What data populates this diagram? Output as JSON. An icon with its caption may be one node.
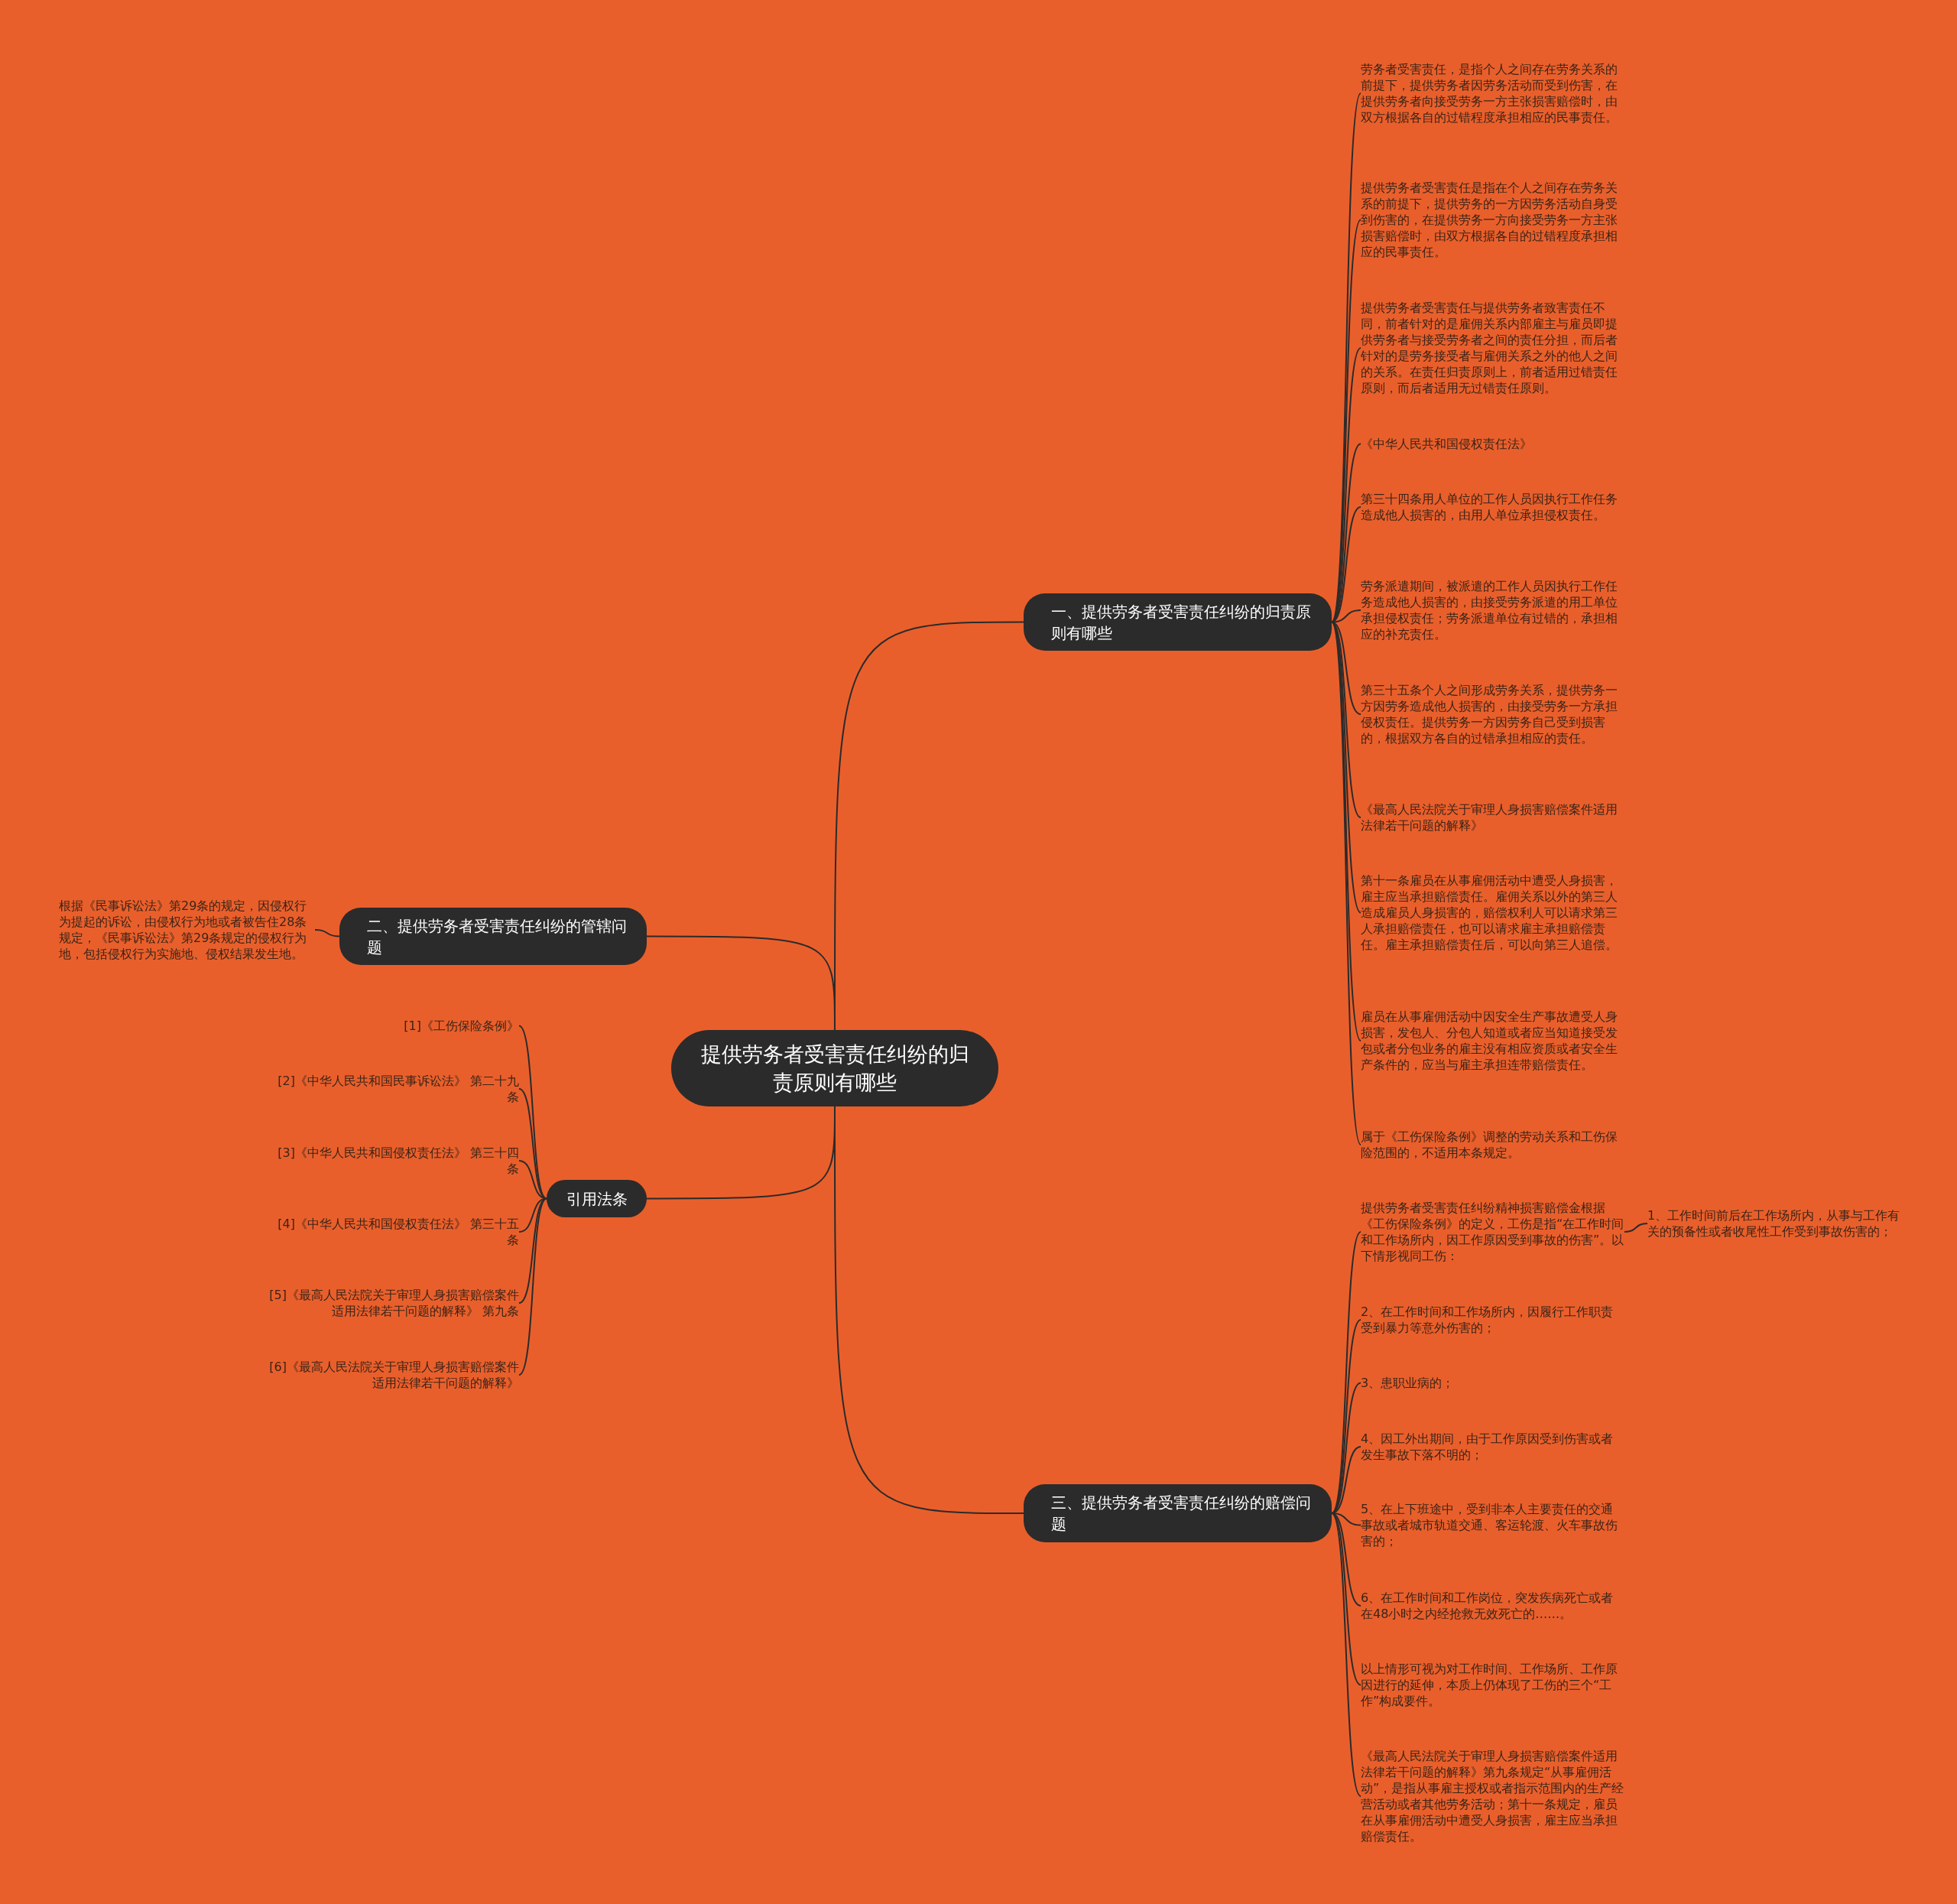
{
  "diagram": {
    "nodes": [
      {
        "text": [
          "提供劳务者受害责任纠纷的归责原则有哪些"
        ]
      },
      {
        "text": [
          "一、提供劳务者受害责任纠纷的归责原则有哪些"
        ]
      },
      {
        "text": [
          "劳务者受害责任，是指个人之间存在劳务关系的前提下，提供劳务者因劳务活动而受到伤害，在提供劳务者向接受劳务一方主张损害赔偿时，由双方根据各自的过错程度承担相应的民事责任。"
        ]
      },
      {
        "text": [
          "提供劳务者受害责任是指在个人之间存在劳务关系的前提下，提供劳务的一方因劳务活动自身受到伤害的，在提供劳务一方向接受劳务一方主张损害赔偿时，由双方根据各自的过错程度承担相应的民事责任。"
        ]
      },
      {
        "text": [
          "提供劳务者受害责任与提供劳务者致害责任不同，前者针对的是雇佣关系内部雇主与雇员即提供劳务者与接受劳务者之间的责任分担，而后者针对的是劳务接受者与雇佣关系之外的他人之间的关系。在责任归责原则上，前者适用过错责任原则，而后者适用无过错责任原则。"
        ]
      },
      {
        "text": [
          "《中华人民共和国侵权责任法》"
        ]
      },
      {
        "text": [
          "第三十四条用人单位的工作人员因执行工作任务造成他人损害的，由用人单位承担侵权责任。"
        ]
      },
      {
        "text": [
          "劳务派遣期间，被派遣的工作人员因执行工作任务造成他人损害的，由接受劳务派遣的用工单位承担侵权责任；劳务派遣单位有过错的，承担相应的补充责任。"
        ]
      },
      {
        "text": [
          "第三十五条个人之间形成劳务关系，提供劳务一方因劳务造成他人损害的，由接受劳务一方承担侵权责任。提供劳务一方因劳务自己受到损害的，根据双方各自的过错承担相应的责任。"
        ]
      },
      {
        "text": [
          "《最高人民法院关于审理人身损害赔偿案件适用法律若干问题的解释》"
        ]
      },
      {
        "text": [
          "第十一条雇员在从事雇佣活动中遭受人身损害，雇主应当承担赔偿责任。雇佣关系以外的第三人造成雇员人身损害的，赔偿权利人可以请求第三人承担赔偿责任，也可以请求雇主承担赔偿责任。雇主承担赔偿责任后，可以向第三人追偿。"
        ]
      },
      {
        "text": [
          "雇员在从事雇佣活动中因安全生产事故遭受人身损害，发包人、分包人知道或者应当知道接受发包或者分包业务的雇主没有相应资质或者安全生产条件的，应当与雇主承担连带赔偿责任。"
        ]
      },
      {
        "text": [
          "属于《工伤保险条例》调整的劳动关系和工伤保险范围的，不适用本条规定。"
        ]
      },
      {
        "text": [
          "二、提供劳务者受害责任纠纷的管辖问题"
        ]
      },
      {
        "text": [
          "根据《民事诉讼法》第29条的规定，因侵权行为提起的诉讼，由侵权行为地或者被告住28条规定，《民事诉讼法》第29条规定的侵权行为地，包括侵权行为实施地、侵权结果发生地。"
        ]
      },
      {
        "text": [
          "引用法条"
        ]
      },
      {
        "text": [
          "[1]《工伤保险条例》"
        ]
      },
      {
        "text": [
          "[2]《中华人民共和国民事诉讼法》 第二十九条"
        ]
      },
      {
        "text": [
          "[3]《中华人民共和国侵权责任法》 第三十四条"
        ]
      },
      {
        "text": [
          "[4]《中华人民共和国侵权责任法》 第三十五条"
        ]
      },
      {
        "text": [
          "[5]《最高人民法院关于审理人身损害赔偿案件适用法律若干问题的解释》 第九条"
        ]
      },
      {
        "text": [
          "[6]《最高人民法院关于审理人身损害赔偿案件适用法律若干问题的解释》"
        ]
      },
      {
        "text": [
          "三、提供劳务者受害责任纠纷的赔偿问题"
        ]
      },
      {
        "text": [
          "提供劳务者受害责任纠纷精神损害赔偿金根据《工伤保险条例》的定义，工伤是指“在工作时间和工作场所内，因工作原因受到事故的伤害”。以下情形视同工伤："
        ]
      },
      {
        "text": [
          "1、工作时间前后在工作场所内，从事与工作有关的预备性或者收尾性工作受到事故伤害的；"
        ]
      },
      {
        "text": [
          "2、在工作时间和工作场所内，因履行工作职责受到暴力等意外伤害的；"
        ]
      },
      {
        "text": [
          "3、患职业病的；"
        ]
      },
      {
        "text": [
          "4、因工外出期间，由于工作原因受到伤害或者发生事故下落不明的；"
        ]
      },
      {
        "text": [
          "5、在上下班途中，受到非本人主要责任的交通事故或者城市轨道交通、客运轮渡、火车事故伤害的；"
        ]
      },
      {
        "text": [
          "6、在工作时间和工作岗位，突发疾病死亡或者在48小时之内经抢救无效死亡的……。"
        ]
      },
      {
        "text": [
          "以上情形可视为对工作时间、工作场所、工作原因进行的延伸，本质上仍体现了工伤的三个“工作”构成要件。"
        ]
      },
      {
        "text": [
          "《最高人民法院关于审理人身损害赔偿案件适用法律若干问题的解释》第九条规定“从事雇佣活动”，是指从事雇主授权或者指示范围内的生产经营活动或者其他劳务活动；第十一条规定，雇员在从事雇佣活动中遭受人身损害，雇主应当承担赔偿责任。"
        ]
      }
    ],
    "edges": [
      {
        "from": 0,
        "to": 1,
        "arrow": "none"
      },
      {
        "from": 1,
        "to": 2,
        "arrow": "none"
      },
      {
        "from": 1,
        "to": 3,
        "arrow": "none"
      },
      {
        "from": 1,
        "to": 4,
        "arrow": "none"
      },
      {
        "from": 1,
        "to": 5,
        "arrow": "none"
      },
      {
        "from": 1,
        "to": 6,
        "arrow": "none"
      },
      {
        "from": 1,
        "to": 7,
        "arrow": "none"
      },
      {
        "from": 1,
        "to": 8,
        "arrow": "none"
      },
      {
        "from": 1,
        "to": 9,
        "arrow": "none"
      },
      {
        "from": 1,
        "to": 10,
        "arrow": "none"
      },
      {
        "from": 1,
        "to": 11,
        "arrow": "none"
      },
      {
        "from": 1,
        "to": 12,
        "arrow": "none"
      },
      {
        "from": 0,
        "to": 13,
        "arrow": "none"
      },
      {
        "from": 13,
        "to": 14,
        "arrow": "none"
      },
      {
        "from": 0,
        "to": 15,
        "arrow": "none"
      },
      {
        "from": 15,
        "to": 16,
        "arrow": "none"
      },
      {
        "from": 15,
        "to": 17,
        "arrow": "none"
      },
      {
        "from": 15,
        "to": 18,
        "arrow": "none"
      },
      {
        "from": 15,
        "to": 19,
        "arrow": "none"
      },
      {
        "from": 15,
        "to": 20,
        "arrow": "none"
      },
      {
        "from": 15,
        "to": 21,
        "arrow": "none"
      },
      {
        "from": 0,
        "to": 22,
        "arrow": "none"
      },
      {
        "from": 22,
        "to": 23,
        "arrow": "none"
      },
      {
        "from": 23,
        "to": 24,
        "arrow": "none"
      },
      {
        "from": 22,
        "to": 25,
        "arrow": "none"
      },
      {
        "from": 22,
        "to": 26,
        "arrow": "none"
      },
      {
        "from": 22,
        "to": 27,
        "arrow": "none"
      },
      {
        "from": 22,
        "to": 28,
        "arrow": "none"
      },
      {
        "from": 22,
        "to": 29,
        "arrow": "none"
      },
      {
        "from": 22,
        "to": 30,
        "arrow": "none"
      },
      {
        "from": 22,
        "to": 31,
        "arrow": "none"
      }
    ]
  }
}
